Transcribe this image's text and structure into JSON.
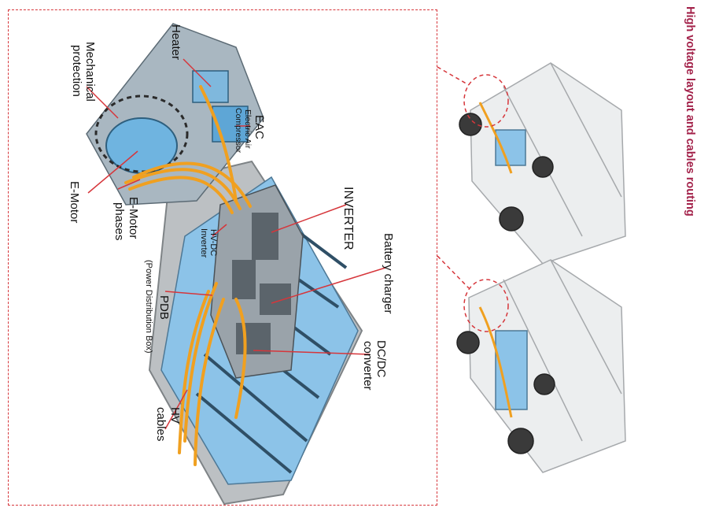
{
  "title": "High voltage layout and cables routing",
  "colors": {
    "title": "#a3224a",
    "callout": "#d6363b",
    "battery": "#8cc3e8",
    "cable": "#f0a020",
    "chassis": "#b8bcc0"
  },
  "labels": {
    "heater": "Heater",
    "eac": "EAC",
    "eac_full_line1": "Electric Air",
    "eac_full_line2": "Compressor",
    "mechanical_line1": "Mechanical",
    "mechanical_line2": "protection",
    "emotor": "E-Motor",
    "emotor_phases_line1": "E-Motor",
    "emotor_phases_line2": "phases",
    "inverter": "INVERTER",
    "hvdc_line1": "HV-DC",
    "hvdc_line2": "Inverter",
    "battery_charger": "Battery charger",
    "pdb": "PDB",
    "pdb_full": "(Power Distribution Box)",
    "dcdc_line1": "DC/DC",
    "dcdc_line2": "converter",
    "hv_cables_line1": "HV",
    "hv_cables_line2": "cables"
  }
}
